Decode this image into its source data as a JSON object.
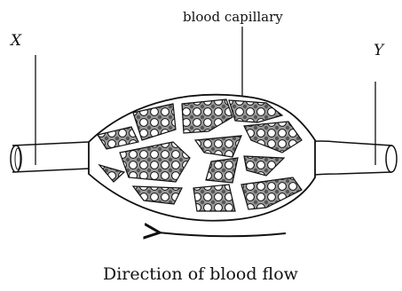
{
  "labels": {
    "capillary": "blood capillary",
    "x": "X",
    "y": "Y",
    "flow": "Direction of blood flow"
  },
  "colors": {
    "ink": "#111111",
    "cell_fill": "#d8d8d8"
  }
}
